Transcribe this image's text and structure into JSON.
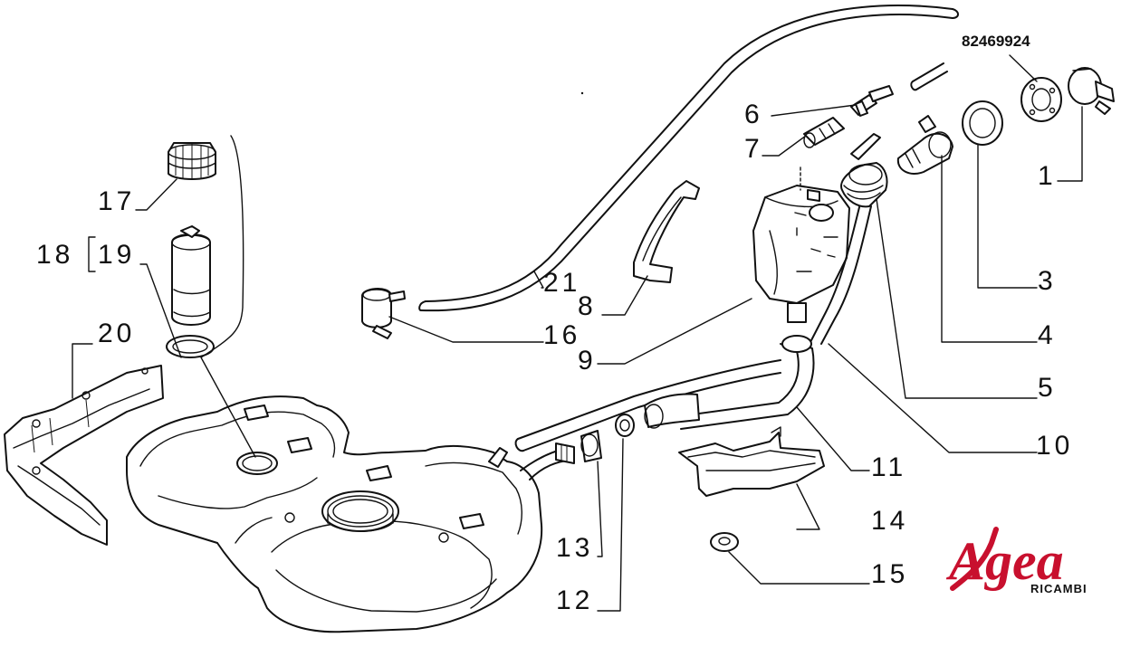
{
  "diagram": {
    "part_code": "82469924",
    "labels": {
      "p1": "1",
      "p3": "3",
      "p4": "4",
      "p5": "5",
      "p6": "6",
      "p7": "7",
      "p8": "8",
      "p9": "9",
      "p10": "10",
      "p11": "11",
      "p12": "12",
      "p13": "13",
      "p14": "14",
      "p15": "15",
      "p16": "16",
      "p17": "17",
      "p18": "18",
      "p19": "19",
      "p20": "20",
      "p21": "21"
    }
  },
  "logo": {
    "name": "Agea",
    "subtitle": "RICAMBI",
    "color": "#c8102e"
  }
}
